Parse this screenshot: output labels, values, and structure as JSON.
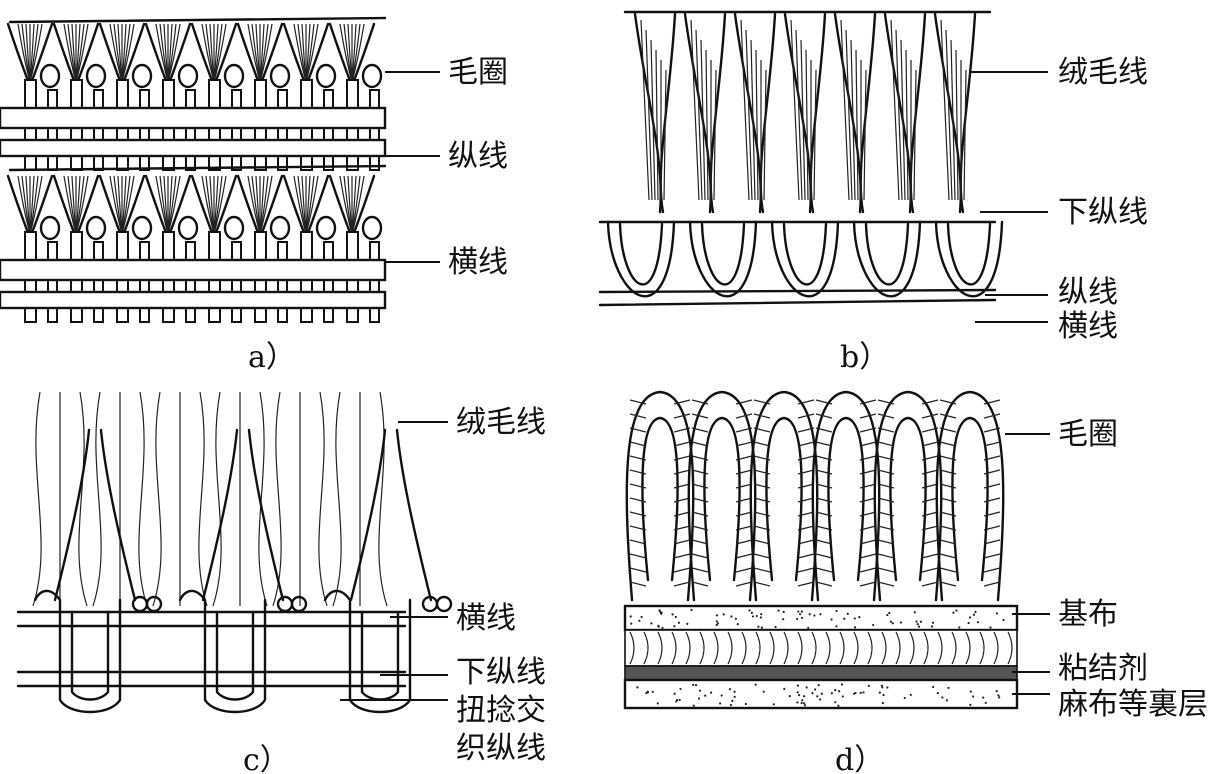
{
  "panels": [
    {
      "id": "a",
      "caption": "a）",
      "labels": [
        "毛圈",
        "纵线",
        "横线"
      ]
    },
    {
      "id": "b",
      "caption": "b）",
      "labels": [
        "绒毛线",
        "下纵线",
        "纵线",
        "横线"
      ]
    },
    {
      "id": "c",
      "caption": "c）",
      "labels": [
        "绒毛线",
        "横线",
        "下纵线",
        "扭捻交",
        "织纵线"
      ]
    },
    {
      "id": "d",
      "caption": "d）",
      "labels": [
        "毛圈",
        "基布",
        "粘结剂",
        "麻布等裏层"
      ]
    }
  ]
}
